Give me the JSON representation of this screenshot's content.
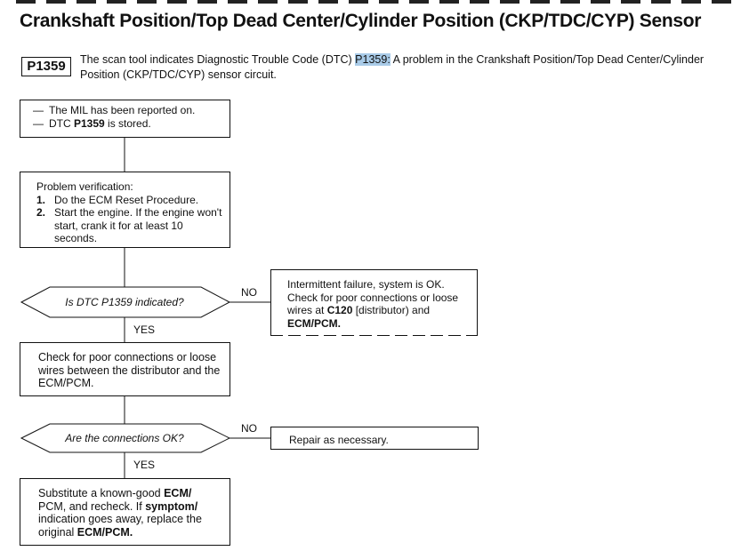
{
  "title": "Crankshaft Position/Top Dead Center/Cylinder Position (CKP/TDC/CYP) Sensor",
  "dtc": {
    "code": "P1359",
    "desc_pre": "The scan tool indicates Diagnostic Trouble Code (DTC) ",
    "desc_code": "P1359:",
    "desc_post": " A problem in the Crankshaft Position/Top Dead Center/Cylinder Position (CKP/TDC/CYP) sensor circuit."
  },
  "start_box": {
    "line1": "The MIL has been reported on.",
    "line2_pre": "DTC ",
    "line2_code": "P1359",
    "line2_post": " is stored."
  },
  "verify_box": {
    "heading": "Problem verification:",
    "step1_num": "1.",
    "step1": "Do the ECM Reset Procedure.",
    "step2_num": "2.",
    "step2": "Start the engine. If the engine won't start, crank it for at least 10 seconds."
  },
  "decision1": {
    "question": "Is DTC P1359 indicated?",
    "no_label": "NO",
    "yes_label": "YES"
  },
  "intermittent_box": {
    "text_pre": "Intermittent failure, system is OK. Check for poor connections or loose wires at ",
    "connector": "C120",
    "text_mid": " [distributor) and ",
    "module": "ECM/PCM."
  },
  "check_box": {
    "text": "Check for poor connections or loose wires between the distributor and the ECM/PCM."
  },
  "decision2": {
    "question": "Are the connections OK?",
    "no_label": "NO",
    "yes_label": "YES"
  },
  "repair_box": {
    "text": "Repair as necessary."
  },
  "final_box": {
    "t1": "Substitute a known-good ",
    "b1": "ECM/",
    "t2": " PCM, and recheck. If ",
    "b2": "symptom/",
    "t3": " indication goes away, replace the original ",
    "b3": "ECM/PCM."
  }
}
